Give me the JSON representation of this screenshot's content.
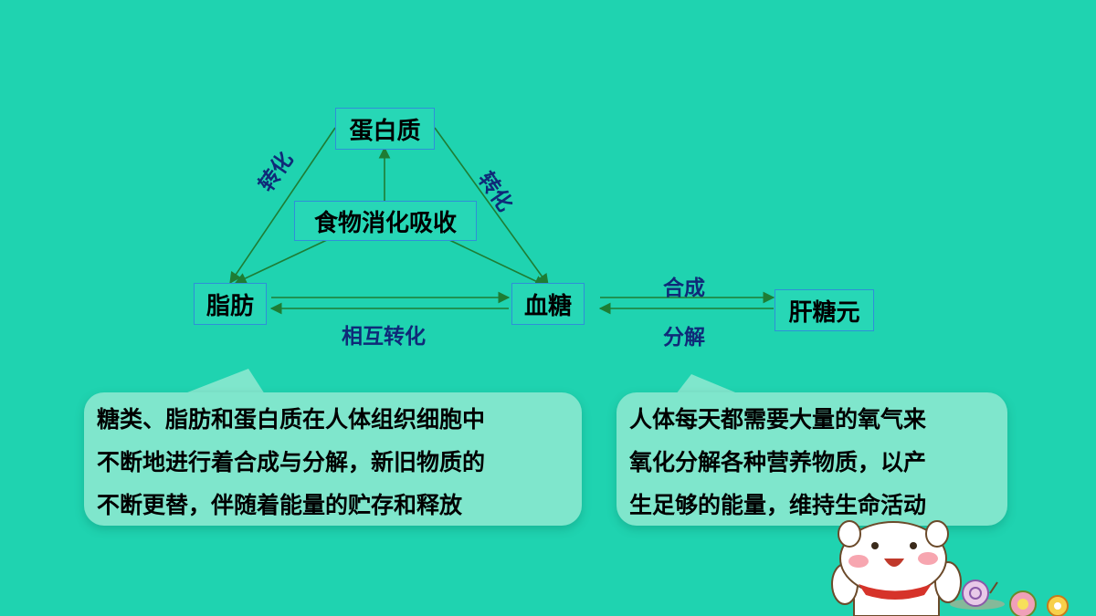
{
  "diagram": {
    "nodes": {
      "protein": "蛋白质",
      "digestion": "食物消化吸收",
      "fat": "脂肪",
      "blood_sugar": "血糖",
      "glycogen": "肝糖元"
    },
    "edge_labels": {
      "left_transform": "转化",
      "right_transform": "转化",
      "mutual": "相互转化",
      "synthesis": "合成",
      "decomposition": "分解"
    },
    "colors": {
      "line": "#1e7d34",
      "box_border": "#2f8fd8",
      "label": "#0f2a78"
    }
  },
  "callouts": {
    "left": [
      "糖类、脂肪和蛋白质在人体组织细胞中",
      "不断地进行着合成与分解，新旧物质的",
      "不断更替，伴随着能量的贮存和释放"
    ],
    "right": [
      "人体每天都需要大量的氧气来",
      "氧化分解各种营养物质，以产",
      "生足够的能量，维持生命活动"
    ]
  }
}
